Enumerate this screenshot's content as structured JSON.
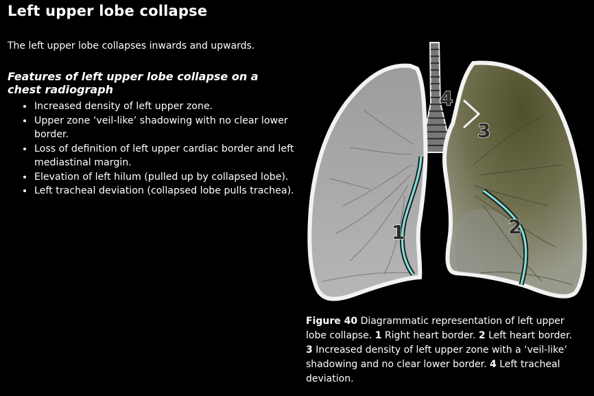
{
  "title": "Left upper lobe collapse",
  "intro": "The left upper lobe collapses inwards and upwards.",
  "features": {
    "heading": "Features of left upper lobe collapse on a chest radiograph",
    "items": [
      "Increased density of left upper zone.",
      "Upper zone ‘veil-like’ shadowing with no clear lower border.",
      "Loss of definition of left upper cardiac border and left mediastinal margin.",
      "Elevation of left hilum (pulled up by collapsed lobe).",
      "Left tracheal deviation (collapsed lobe pulls trachea)."
    ]
  },
  "figure": {
    "labels": [
      "1",
      "2",
      "3",
      "4"
    ],
    "caption": {
      "figure_number": "Figure 40",
      "text": "Diagrammatic representation of left upper lobe collapse.",
      "legend": [
        {
          "number": "1",
          "text": "Right heart border."
        },
        {
          "number": "2",
          "text": "Left heart border."
        },
        {
          "number": "3",
          "text": "Increased density of left upper zone with a ‘veil-like’ shadowing and no clear lower border."
        },
        {
          "number": "4",
          "text": "Left tracheal deviation."
        }
      ]
    }
  },
  "colors": {
    "background": "#000000",
    "lung_fill": "#a8a8a8",
    "collapse_shading": "#5c5c38",
    "heart_border": "#7fe0d6"
  }
}
